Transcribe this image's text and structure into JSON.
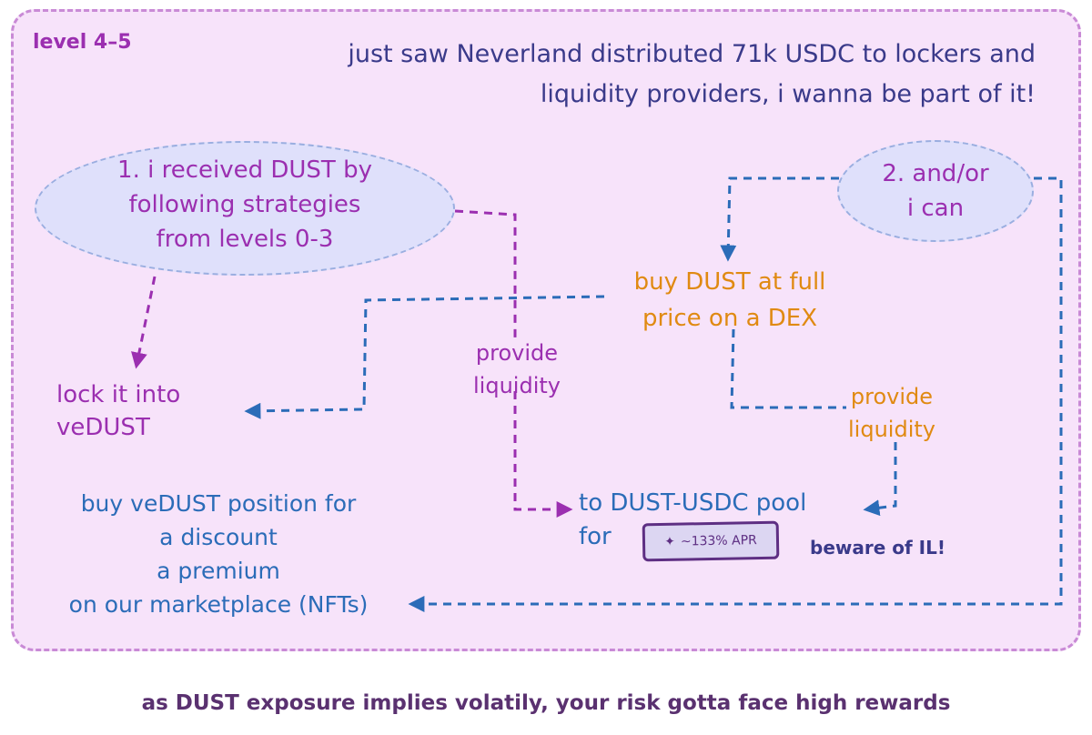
{
  "level_label": "level 4–5",
  "intro": [
    "just saw Neverland distributed 71k USDC to lockers and",
    "liquidity providers, i wanna be part of it!"
  ],
  "bubble1": [
    "1. i received DUST by",
    "following strategies",
    "from levels 0-3"
  ],
  "bubble2": [
    "2. and/or",
    "i can"
  ],
  "buy_dex": [
    "buy DUST at full",
    "price on a DEX"
  ],
  "lock": [
    "lock it into",
    "veDUST"
  ],
  "provide_liquidity_left": [
    "provide",
    "liquidity"
  ],
  "provide_liquidity_right": [
    "provide",
    "liquidity"
  ],
  "pool": "to DUST-USDC pool",
  "for_label": "for",
  "apr_badge": {
    "icon": "sparkle-icon",
    "text": "~133% APR"
  },
  "beware": "beware of IL!",
  "buy_ve": [
    "buy veDUST position for",
    "a discount",
    "a premium",
    "on our marketplace (NFTs)"
  ],
  "footer": "as DUST exposure implies volatily, your risk gotta face high rewards",
  "colors": {
    "purple": "#9b2fb0",
    "blue": "#2b6cb8",
    "orange": "#e08a12",
    "frame": "#c98ad6",
    "frame_fill": "#f7e3fa",
    "bubble_fill": "#dfe0fb",
    "badge_border": "#5e2f83",
    "footer": "#5a3170"
  }
}
